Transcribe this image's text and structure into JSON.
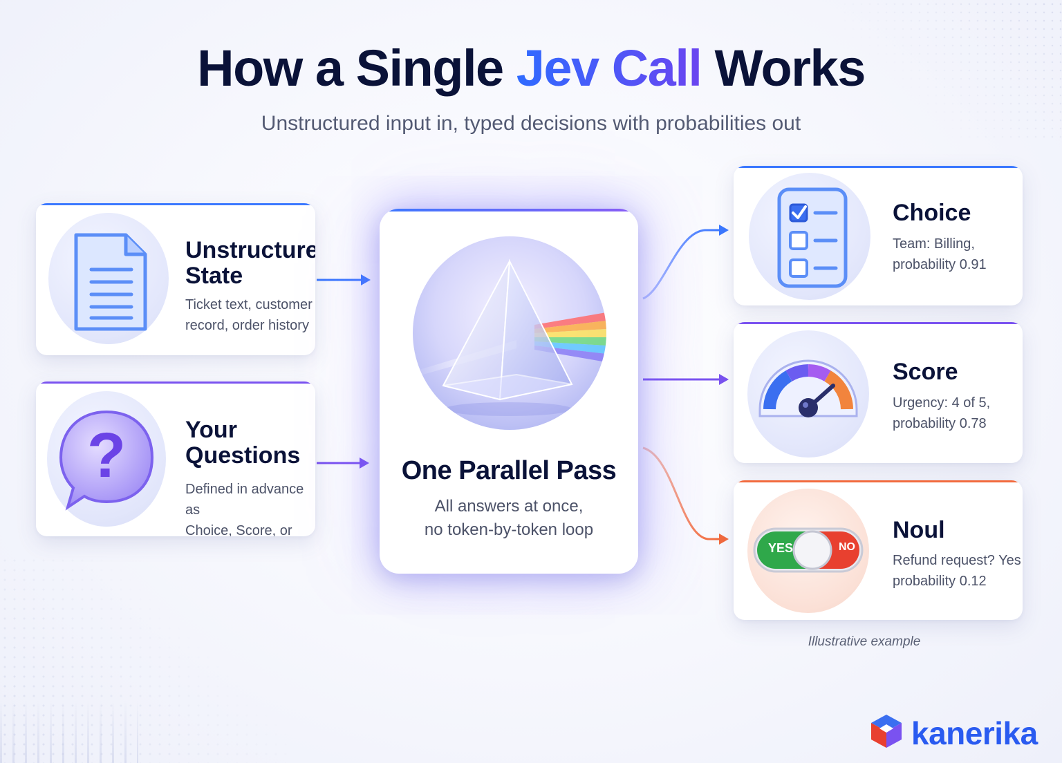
{
  "title": {
    "part1": "How a Single ",
    "highlight": "Jev Call",
    "part2": " Works"
  },
  "subtitle": "Unstructured input in, typed decisions with probabilities out",
  "inputs": [
    {
      "title_line1": "Unstructured",
      "title_line2": "State",
      "desc_line1": "Ticket text, customer",
      "desc_line2": "record, order history",
      "icon": "document-icon",
      "accent": "#3b78ff"
    },
    {
      "title_line1": "Your",
      "title_line2": "Questions",
      "desc_line1": "Defined in advance as",
      "desc_line2": "Choice, Score, or Noul",
      "icon": "question-bubble-icon",
      "accent": "#7a52f0"
    }
  ],
  "center": {
    "title": "One Parallel Pass",
    "desc_line1": "All answers at once,",
    "desc_line2": "no token-by-token loop",
    "icon": "prism-icon"
  },
  "outputs": [
    {
      "title": "Choice",
      "desc_line1": "Team: Billing,",
      "desc_line2": "probability 0.91",
      "icon": "checklist-icon",
      "accent": "#3b78ff"
    },
    {
      "title": "Score",
      "desc_line1": "Urgency: 4 of 5,",
      "desc_line2": "probability 0.78",
      "icon": "gauge-icon",
      "accent": "#7a52f0"
    },
    {
      "title": "Noul",
      "desc_line1": "Refund request? Yes",
      "desc_line2": "probability 0.12",
      "icon": "yes-no-toggle-icon",
      "accent": "#f26a3d",
      "toggle_yes": "YES",
      "toggle_no": "NO"
    }
  ],
  "footnote": "Illustrative example",
  "brand": "kanerika",
  "colors": {
    "blue": "#3b78ff",
    "purple": "#7a52f0",
    "orange": "#f26a3d",
    "navy": "#0a1238"
  }
}
